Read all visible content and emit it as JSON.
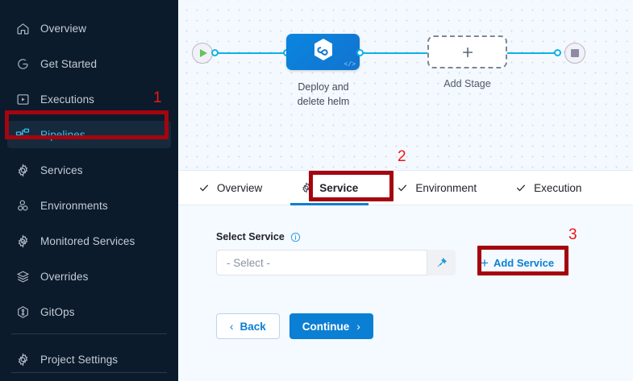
{
  "sidebar": {
    "items": [
      {
        "label": "Overview",
        "icon": "home-icon",
        "active": false
      },
      {
        "label": "Get Started",
        "icon": "rocket-start-icon",
        "active": false
      },
      {
        "label": "Executions",
        "icon": "play-box-icon",
        "active": false
      },
      {
        "label": "Pipelines",
        "icon": "pipeline-icon",
        "active": true
      },
      {
        "label": "Services",
        "icon": "gear-icon",
        "active": false
      },
      {
        "label": "Environments",
        "icon": "environments-icon",
        "active": false
      },
      {
        "label": "Monitored Services",
        "icon": "monitored-gear-icon",
        "active": false
      },
      {
        "label": "Overrides",
        "icon": "layers-icon",
        "active": false
      },
      {
        "label": "GitOps",
        "icon": "gitops-icon",
        "active": false
      }
    ],
    "settings": {
      "label": "Project Settings",
      "icon": "gear-icon"
    }
  },
  "canvas": {
    "start_node": "pipeline-start-node",
    "end_node": "pipeline-end-node",
    "stage": {
      "label_line1": "Deploy and",
      "label_line2": "delete helm",
      "icon": "helm-hexagon-icon",
      "badge": "</>"
    },
    "add_stage": {
      "label": "Add Stage",
      "icon": "plus-icon"
    }
  },
  "tabs": [
    {
      "label": "Overview",
      "mark": "check",
      "active": false
    },
    {
      "label": "Service",
      "mark": "gear",
      "active": true
    },
    {
      "label": "Environment",
      "mark": "check",
      "active": false
    },
    {
      "label": "Execution",
      "mark": "check",
      "active": false
    }
  ],
  "form": {
    "field_label": "Select Service",
    "info_icon": "info-icon",
    "select_value": "- Select -",
    "pin_icon": "pin-icon",
    "add_service_label": "Add Service",
    "add_service_plus": "+",
    "back_label": "Back",
    "back_chevron": "‹",
    "continue_label": "Continue",
    "continue_chevron": "›"
  },
  "annotations": [
    {
      "number": "1",
      "target": "sidebar-item-pipelines"
    },
    {
      "number": "2",
      "target": "tab-service"
    },
    {
      "number": "3",
      "target": "add-service-link"
    }
  ],
  "colors": {
    "sidebar_bg": "#0b1b2b",
    "accent_blue": "#0b7fd4",
    "active_cyan": "#30c5f2",
    "annotation_red": "#a4050f",
    "connector": "#0fb2e6"
  }
}
